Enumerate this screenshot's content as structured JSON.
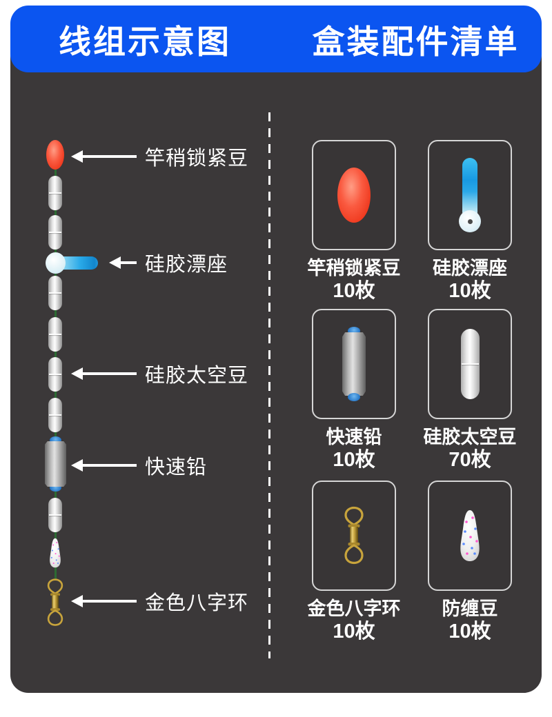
{
  "header": {
    "left_title": "线组示意图",
    "right_title": "盒装配件清单"
  },
  "diagram": {
    "labels": [
      {
        "text": "竿稍锁紧豆",
        "target": "red-lock-bead"
      },
      {
        "text": "硅胶漂座",
        "target": "float-seat"
      },
      {
        "text": "硅胶太空豆",
        "target": "space-bean-capsule"
      },
      {
        "text": "快速铅",
        "target": "quick-lead"
      },
      {
        "text": "金色八字环",
        "target": "gold-swivel"
      }
    ],
    "rig_parts_top_to_bottom": [
      "red-lock-bead",
      "space-bean-capsule",
      "space-bean-capsule",
      "float-seat",
      "space-bean-capsule",
      "space-bean-capsule",
      "space-bean-capsule",
      "space-bean-capsule",
      "quick-lead",
      "space-bean-capsule",
      "anti-tangle-bead",
      "gold-swivel"
    ]
  },
  "parts": {
    "items": [
      {
        "name": "竿稍锁紧豆",
        "qty": "10枚",
        "icon": "red-lock-bead"
      },
      {
        "name": "硅胶漂座",
        "qty": "10枚",
        "icon": "float-seat"
      },
      {
        "name": "快速铅",
        "qty": "10枚",
        "icon": "quick-lead"
      },
      {
        "name": "硅胶太空豆",
        "qty": "70枚",
        "icon": "space-bean-capsule"
      },
      {
        "name": "金色八字环",
        "qty": "10枚",
        "icon": "gold-swivel"
      },
      {
        "name": "防缠豆",
        "qty": "10枚",
        "icon": "anti-tangle-bead"
      }
    ]
  },
  "colors": {
    "header_bg": "#0b55f0",
    "panel_bg": "#3b3839",
    "card_border": "#d6d6d6",
    "text": "#ffffff",
    "red_bead": "#ef3a1f",
    "float_blue": "#1b9fe8",
    "lead_gray": "#a9a9a9",
    "gold": "#c8a43c",
    "line_green": "#2c6b33",
    "dot_pink": "#ff5ad0",
    "dot_blue": "#5a8cff"
  }
}
